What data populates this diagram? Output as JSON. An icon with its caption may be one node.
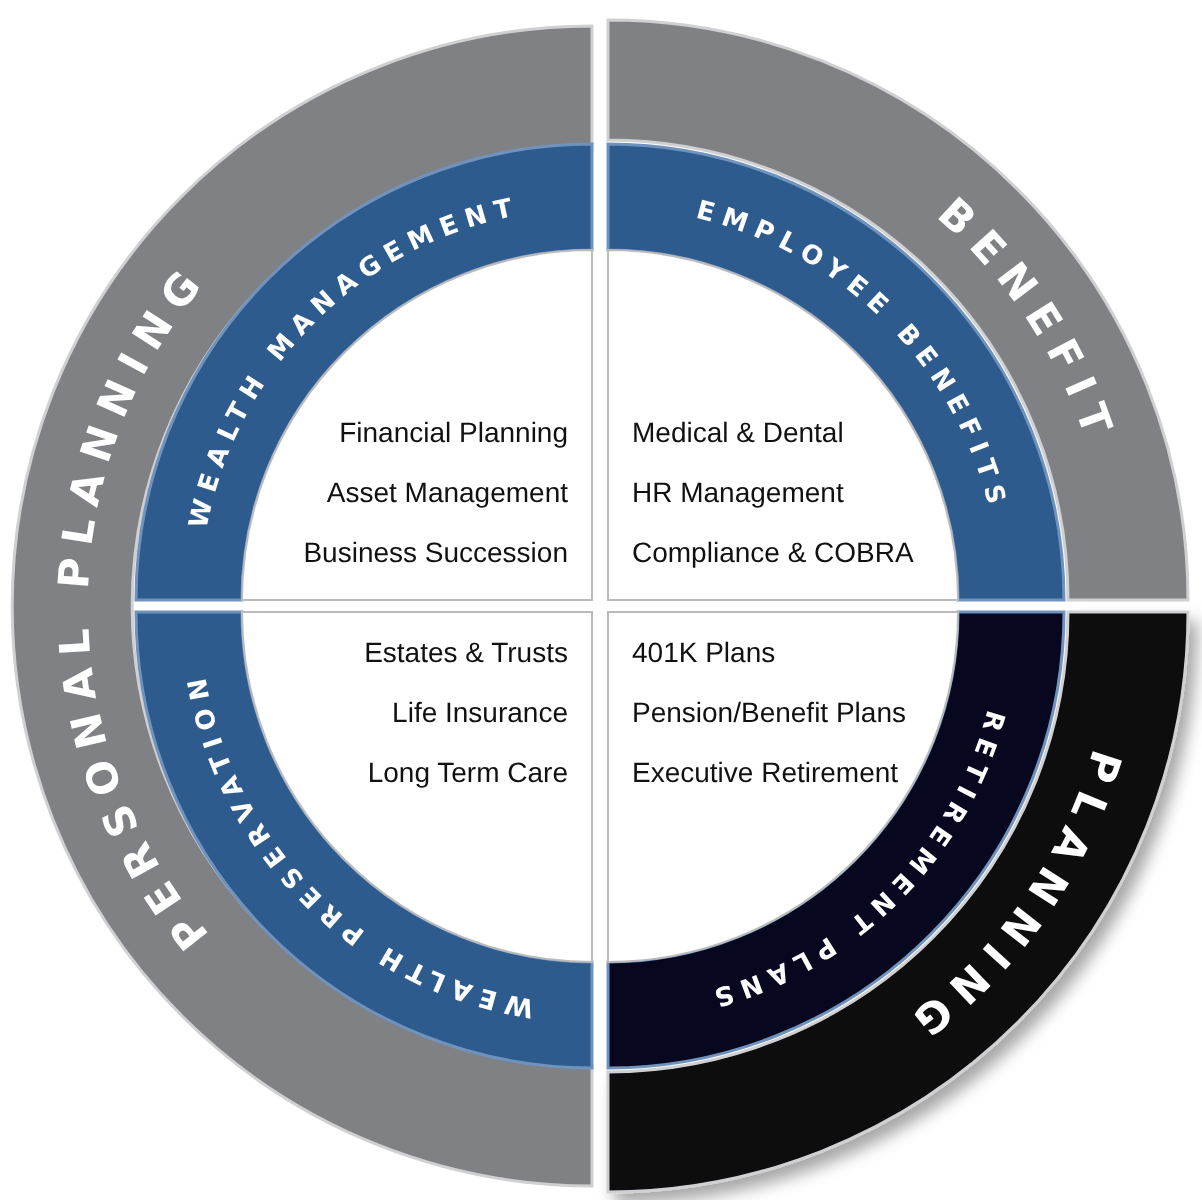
{
  "diagram": {
    "nodes": [
      {
        "text": [
          "PERSONAL PLANNING"
        ]
      },
      {
        "text": [
          "BENEFIT"
        ]
      },
      {
        "text": [
          "PLANNING"
        ]
      },
      {
        "text": [
          "WEALTH MANAGEMENT",
          "Financial Planning",
          "Asset Management",
          "Business Succession"
        ]
      },
      {
        "text": [
          "EMPLOYEE BENEFITS",
          "Medical & Dental",
          "HR Management",
          "Compliance & COBRA"
        ]
      },
      {
        "text": [
          "Estates & Trusts",
          "Life Insurance",
          "Long Term Care",
          "WEALTH PRESERVATION"
        ]
      },
      {
        "text": [
          "401K Plans",
          "Pension/Benefit Plans",
          "Executive Retirement",
          "RETIREMENT PLANS"
        ]
      }
    ]
  }
}
